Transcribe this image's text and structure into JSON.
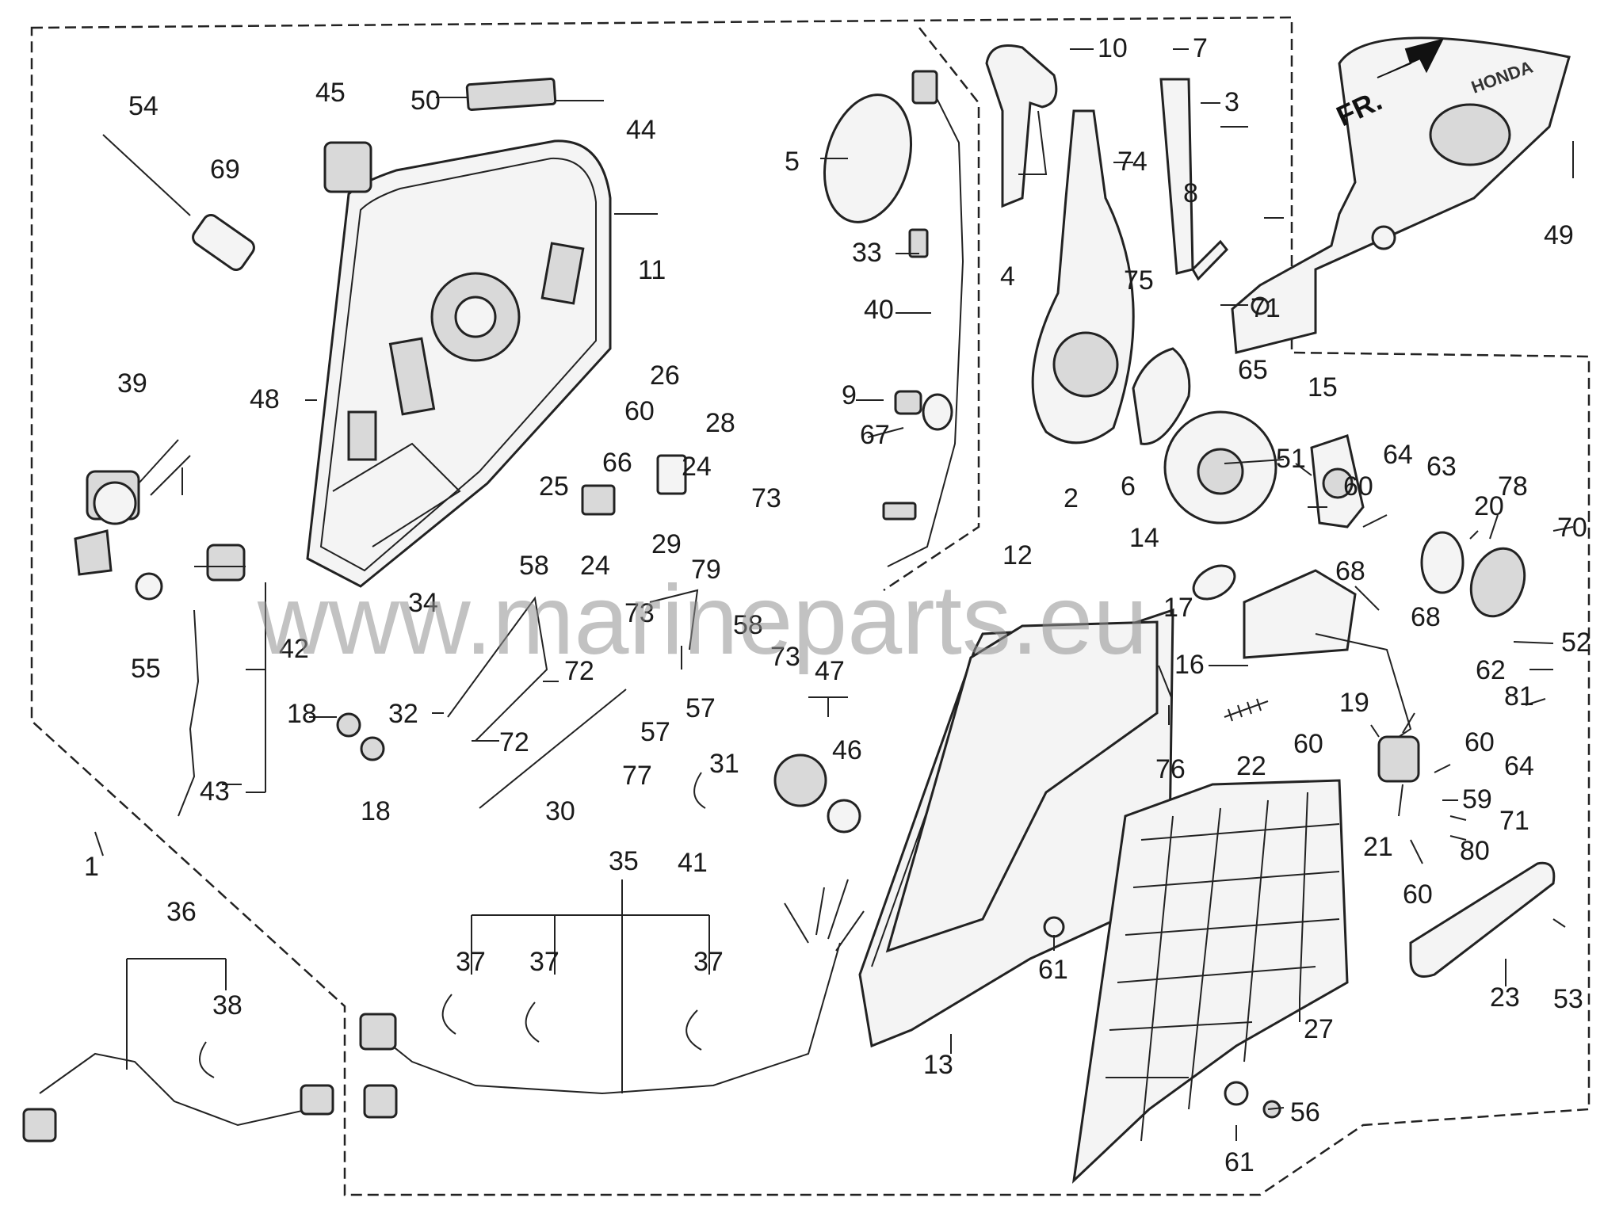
{
  "diagram": {
    "watermark": "www.marineparts.eu",
    "arrow_label": "FR.",
    "brand_text": "HONDA",
    "part_numbers": [
      "1",
      "2",
      "3",
      "4",
      "5",
      "6",
      "7",
      "8",
      "9",
      "10",
      "11",
      "12",
      "13",
      "14",
      "15",
      "16",
      "17",
      "18",
      "19",
      "20",
      "21",
      "22",
      "23",
      "24",
      "25",
      "26",
      "27",
      "28",
      "29",
      "30",
      "31",
      "32",
      "33",
      "34",
      "35",
      "36",
      "37",
      "38",
      "39",
      "40",
      "41",
      "42",
      "43",
      "44",
      "45",
      "46",
      "47",
      "48",
      "49",
      "50",
      "51",
      "52",
      "53",
      "54",
      "55",
      "56",
      "57",
      "58",
      "59",
      "60",
      "61",
      "62",
      "63",
      "64",
      "65",
      "66",
      "67",
      "68",
      "69",
      "70",
      "71",
      "72",
      "73",
      "74",
      "75",
      "76",
      "77",
      "78",
      "79",
      "80",
      "81"
    ]
  }
}
